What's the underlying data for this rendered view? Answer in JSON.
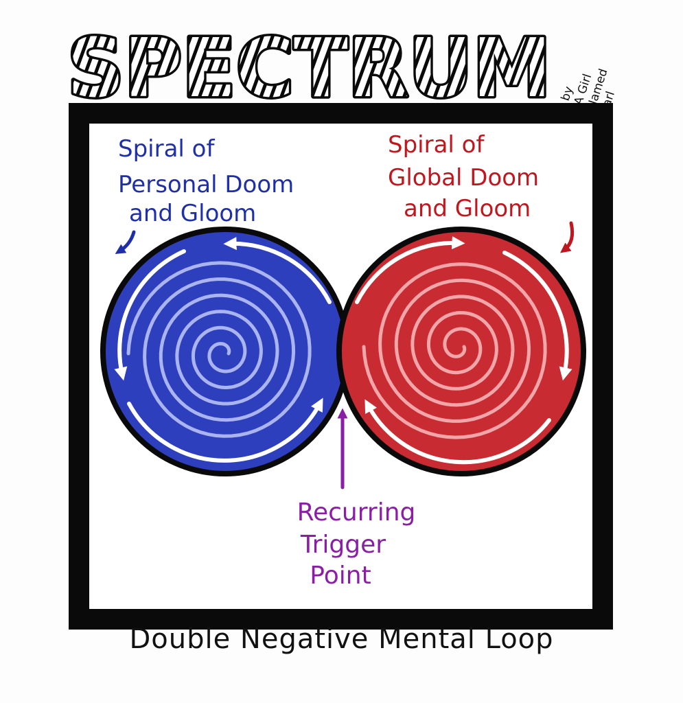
{
  "header": {
    "title": "SPECTRUM",
    "byline": [
      "by",
      "A Girl",
      "Named",
      "Earl"
    ]
  },
  "diagram": {
    "left_circle": {
      "label_lines": [
        "Spiral of",
        "Personal Doom",
        "and Gloom"
      ],
      "color": "#2d3fbd"
    },
    "right_circle": {
      "label_lines": [
        "Spiral of",
        "Global Doom",
        "and Gloom"
      ],
      "color": "#c92b32"
    },
    "trigger": {
      "label_lines": [
        "Recurring",
        "Trigger",
        "Point"
      ],
      "color": "#8a1fa6"
    }
  },
  "caption": "Double Negative Mental Loop",
  "colors": {
    "outline": "#0a0a0a",
    "blue_text": "#1f2fa8",
    "red_text": "#c0161d",
    "purple_text": "#8a1fa6"
  }
}
